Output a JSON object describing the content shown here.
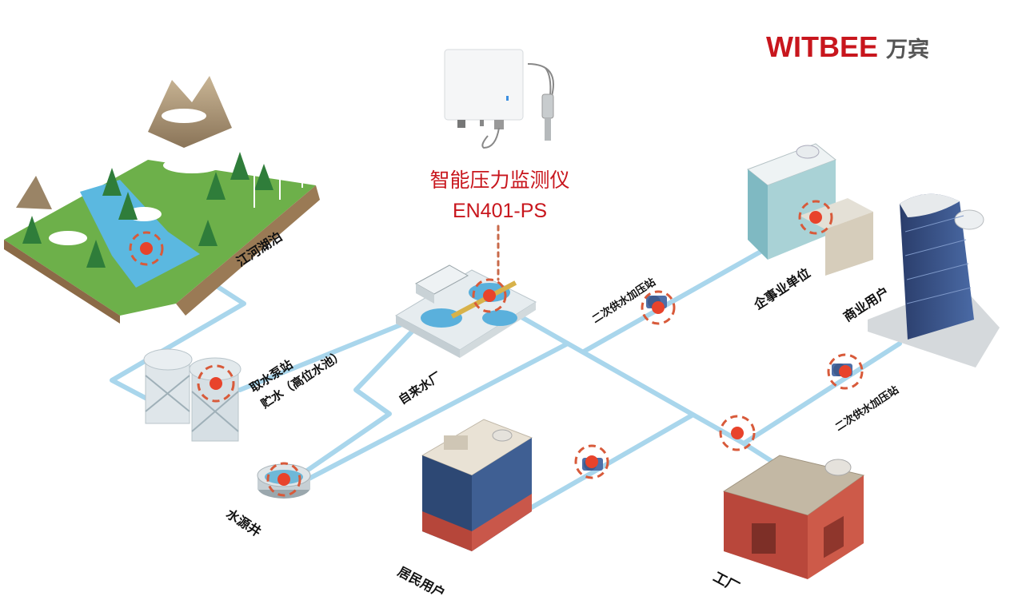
{
  "brand": {
    "name_en": "WITBEE",
    "name_cn": "万宾"
  },
  "device": {
    "title": "智能压力监测仪",
    "model": "EN401-PS"
  },
  "labels": {
    "river": "江河湖泊",
    "intake_pump": "取水泵站",
    "storage": "贮水（高位水池）",
    "waterworks": "自来水厂",
    "well": "水源井",
    "secondary_pump_top": "二次供水加压站",
    "secondary_pump_right": "二次供水加压站",
    "enterprise": "企事业单位",
    "commercial": "商业用户",
    "residential": "居民用户",
    "factory": "工厂"
  },
  "colors": {
    "brand_red": "#c8161d",
    "pipe": "#a9d6ec",
    "sensor": "#e8432b"
  }
}
